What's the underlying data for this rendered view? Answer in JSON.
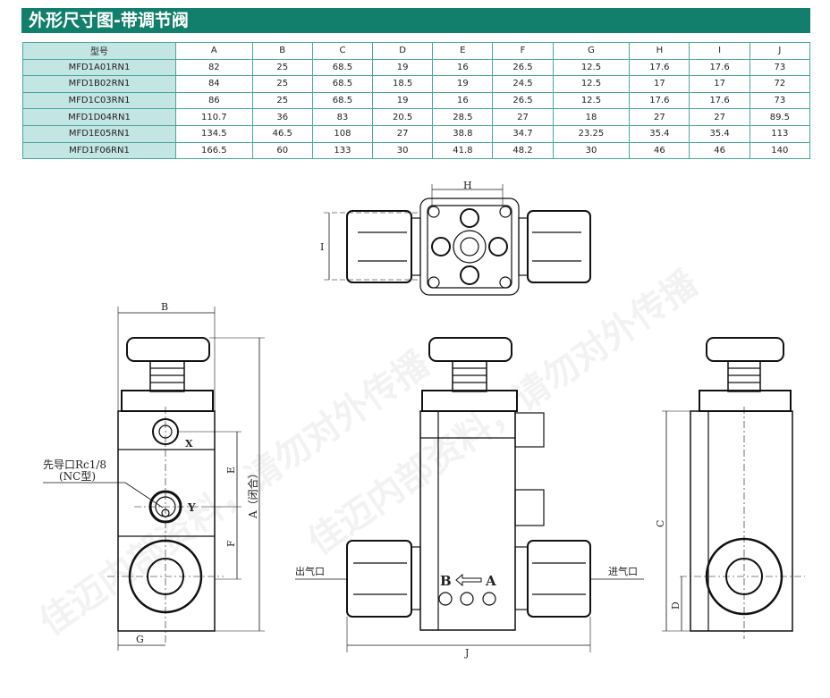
{
  "title": "外形尺寸图-带调节阀",
  "table": {
    "headers": [
      "型号",
      "A",
      "B",
      "C",
      "D",
      "E",
      "F",
      "G",
      "H",
      "I",
      "J"
    ],
    "rows": [
      [
        "MFD1A01RN1",
        "82",
        "25",
        "68.5",
        "19",
        "16",
        "26.5",
        "12.5",
        "17.6",
        "17.6",
        "73"
      ],
      [
        "MFD1B02RN1",
        "84",
        "25",
        "68.5",
        "18.5",
        "19",
        "24.5",
        "12.5",
        "17",
        "17",
        "72"
      ],
      [
        "MFD1C03RN1",
        "86",
        "25",
        "68.5",
        "19",
        "16",
        "26.5",
        "12.5",
        "17.6",
        "17.6",
        "73"
      ],
      [
        "MFD1D04RN1",
        "110.7",
        "36",
        "83",
        "20.5",
        "28.5",
        "27",
        "18",
        "27",
        "27",
        "89.5"
      ],
      [
        "MFD1E05RN1",
        "134.5",
        "46.5",
        "108",
        "27",
        "38.8",
        "34.7",
        "23.25",
        "35.4",
        "35.4",
        "113"
      ],
      [
        "MFD1F06RN1",
        "166.5",
        "60",
        "133",
        "30",
        "41.8",
        "48.2",
        "30",
        "46",
        "46",
        "140"
      ]
    ]
  },
  "drawing": {
    "top_view": {
      "dim_h": "H",
      "dim_i": "I"
    },
    "front_view": {
      "dim_b": "B",
      "dim_a": "A（闭合）",
      "dim_e": "E",
      "dim_f": "F",
      "dim_g": "G",
      "port_x": "X",
      "port_y": "Y",
      "pilot_label": "先导口Rc1/8",
      "pilot_sub": "(NC型)"
    },
    "side_view": {
      "outlet": "出气口",
      "inlet": "进气口",
      "flow_b": "B",
      "flow_a": "A",
      "dim_j": "J"
    },
    "right_view": {
      "dim_c": "C",
      "dim_d": "D"
    }
  },
  "watermark": "佳迈内部资料，请勿对外传播"
}
